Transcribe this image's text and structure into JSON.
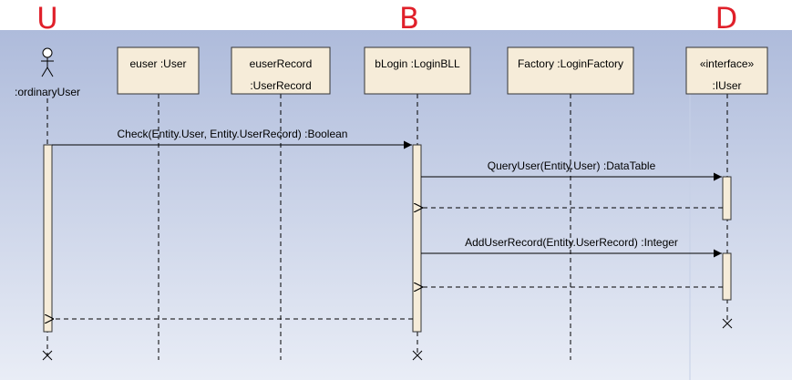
{
  "annotations": {
    "left": "U",
    "middle": "B",
    "right": "D"
  },
  "colors": {
    "background_top": "#aebbdb",
    "background_bottom": "#e9edf6",
    "box_fill": "#f6ecd9",
    "box_stroke": "#333333",
    "line": "#000000",
    "annotation": "#e0202a"
  },
  "actor": {
    "label": ":ordinaryUser"
  },
  "lifelines": [
    {
      "id": "euser",
      "line1": "euser :User",
      "line2": ""
    },
    {
      "id": "euserrecord",
      "line1": "euserRecord",
      "line2": ":UserRecord"
    },
    {
      "id": "blogin",
      "line1": "bLogin :LoginBLL",
      "line2": ""
    },
    {
      "id": "factory",
      "line1": "Factory :LoginFactory",
      "line2": ""
    },
    {
      "id": "iuser",
      "line1": "«interface»",
      "line2": ":IUser"
    }
  ],
  "messages": [
    {
      "id": "check",
      "label": "Check(Entity.User, Entity.UserRecord) :Boolean"
    },
    {
      "id": "queryuser",
      "label": "QueryUser(Entity.User) :DataTable"
    },
    {
      "id": "adduserrecord",
      "label": "AddUserRecord(Entity.UserRecord) :Integer"
    }
  ]
}
